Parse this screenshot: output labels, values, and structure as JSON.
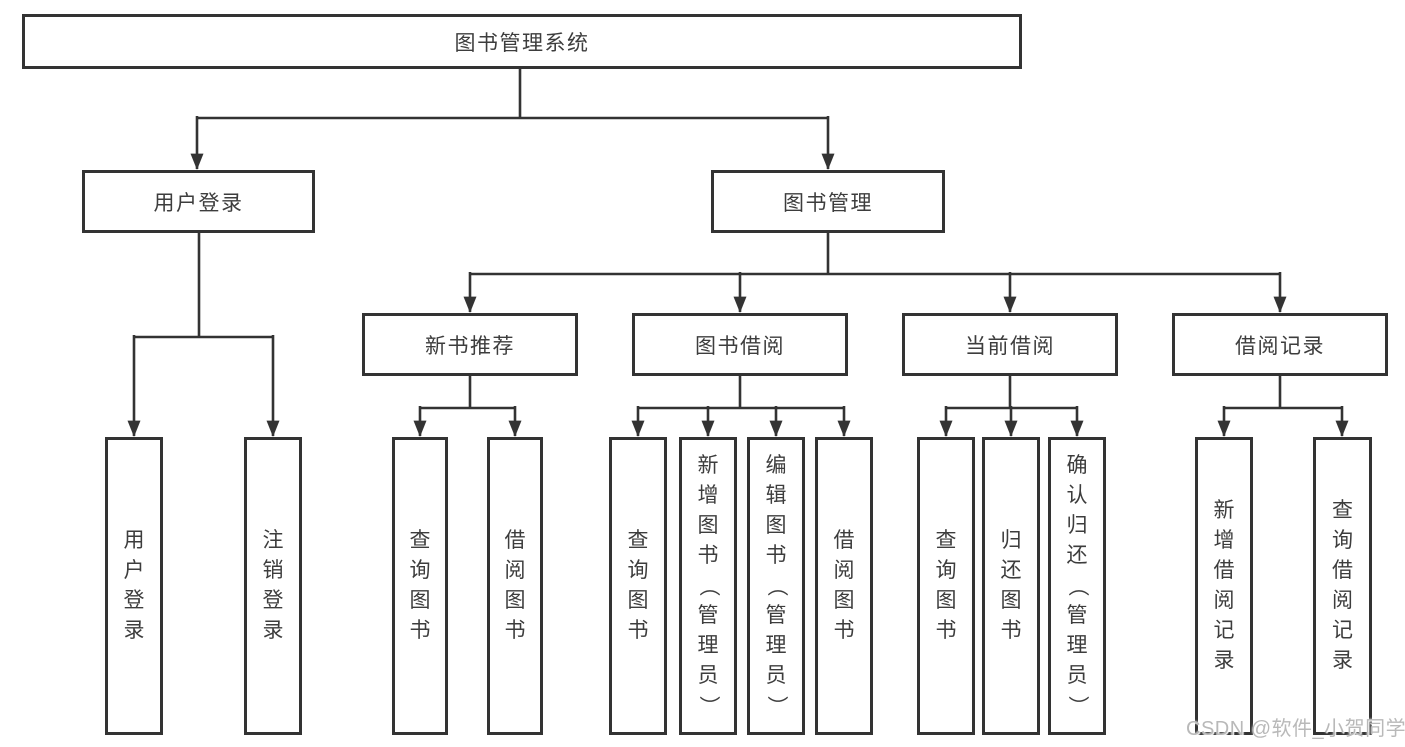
{
  "nodes": {
    "root": {
      "label": "图书管理系统"
    },
    "user_login": {
      "label": "用户登录"
    },
    "book_management": {
      "label": "图书管理"
    },
    "new_book_recommend": {
      "label": "新书推荐"
    },
    "book_borrow": {
      "label": "图书借阅"
    },
    "current_borrow": {
      "label": "当前借阅"
    },
    "borrow_record": {
      "label": "借阅记录"
    },
    "leaf_user_login": {
      "label": "用户登录"
    },
    "leaf_logout": {
      "label": "注销登录"
    },
    "leaf_query_book_1": {
      "label": "查询图书"
    },
    "leaf_borrow_book_1": {
      "label": "借阅图书"
    },
    "leaf_query_book_2": {
      "label": "查询图书"
    },
    "leaf_add_book": {
      "label": "新增图书（管理员）"
    },
    "leaf_edit_book": {
      "label": "编辑图书（管理员）"
    },
    "leaf_borrow_book_2": {
      "label": "借阅图书"
    },
    "leaf_query_book_3": {
      "label": "查询图书"
    },
    "leaf_return_book": {
      "label": "归还图书"
    },
    "leaf_confirm_return": {
      "label": "确认归还（管理员）"
    },
    "leaf_add_borrow_record": {
      "label": "新增借阅记录"
    },
    "leaf_query_borrow_record": {
      "label": "查询借阅记录"
    }
  },
  "watermark": {
    "text": "CSDN @软件_小贺同学"
  },
  "colors": {
    "line": "#333333",
    "text": "#3d3d3d",
    "background": "#ffffff",
    "watermark": "#b9b9b9"
  }
}
